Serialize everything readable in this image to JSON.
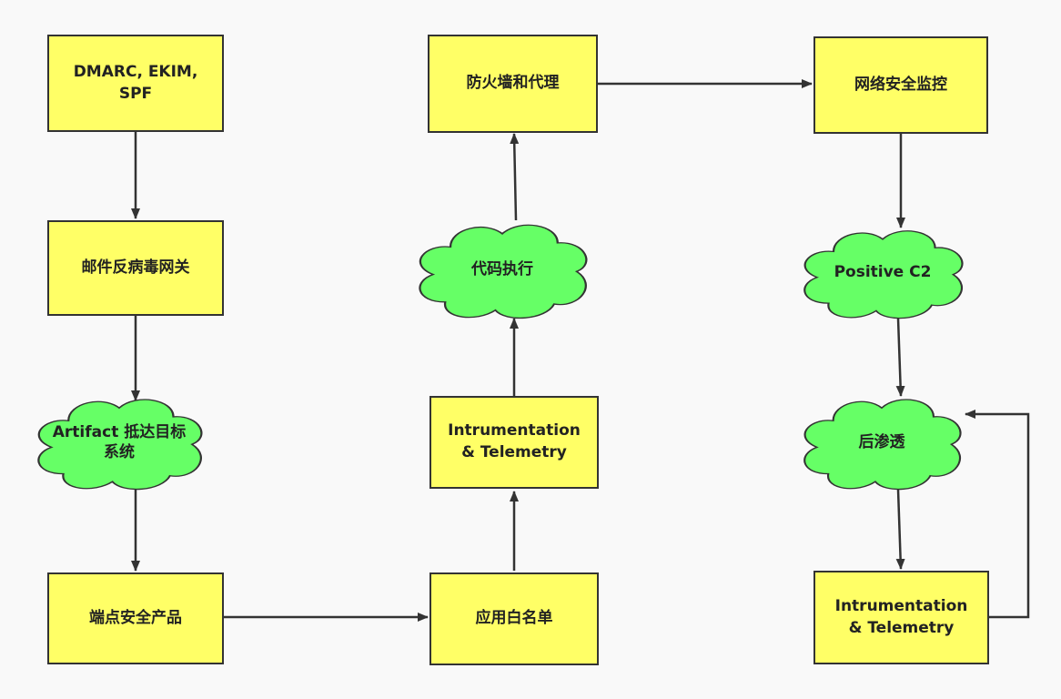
{
  "colors": {
    "box_fill": "#ffff66",
    "cloud_fill": "#66ff66",
    "stroke": "#333333",
    "background": "#f9f9f9"
  },
  "nodes": {
    "dmarc": "DMARC, EKIM,\nSPF",
    "mail_gateway": "邮件反病毒网关",
    "artifact": "Artifact 抵达目标\n系统",
    "endpoint": "端点安全产品",
    "app_whitelist": "应用白名单",
    "instrumentation_mid": "Intrumentation\n& Telemetry",
    "code_exec": "代码执行",
    "firewall": "防火墙和代理",
    "net_monitor": "网络安全监控",
    "positive_c2": "Positive C2",
    "post_exploit": "后渗透",
    "instrumentation_right": "Intrumentation\n& Telemetry"
  }
}
